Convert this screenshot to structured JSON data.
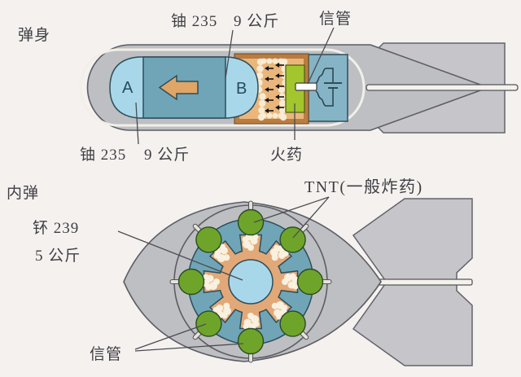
{
  "gun_type": {
    "frame_label": "弹身",
    "u235_top": "铀 235",
    "mass_top": "9 公斤",
    "fuze_label": "信管",
    "u235_bottom": "铀 235",
    "mass_bottom": "9 公斤",
    "powder_label": "火药",
    "piece_a": "A",
    "piece_b": "B"
  },
  "implosion_type": {
    "label": "内弹",
    "material": "钚 239",
    "mass": "5 公斤",
    "tnt_label": "TNT(一般炸药)",
    "fuze_label": "信管"
  },
  "colors": {
    "background": "#f4f1ef",
    "casing_gray": "#bdbfc2",
    "fin_gray": "#c6c6ca",
    "chamber_blue": "#6fa5b6",
    "fuze_box_blue": "#85b4c6",
    "light_blue": "#a9d7ea",
    "explosive_orange": "#e2a878",
    "blast_orange": "#eab67c",
    "frame_brown": "#b97c41",
    "powder_green": "#a3c52d",
    "detonator_green": "#6fa42b",
    "arrow_orange": "#dfa668"
  }
}
